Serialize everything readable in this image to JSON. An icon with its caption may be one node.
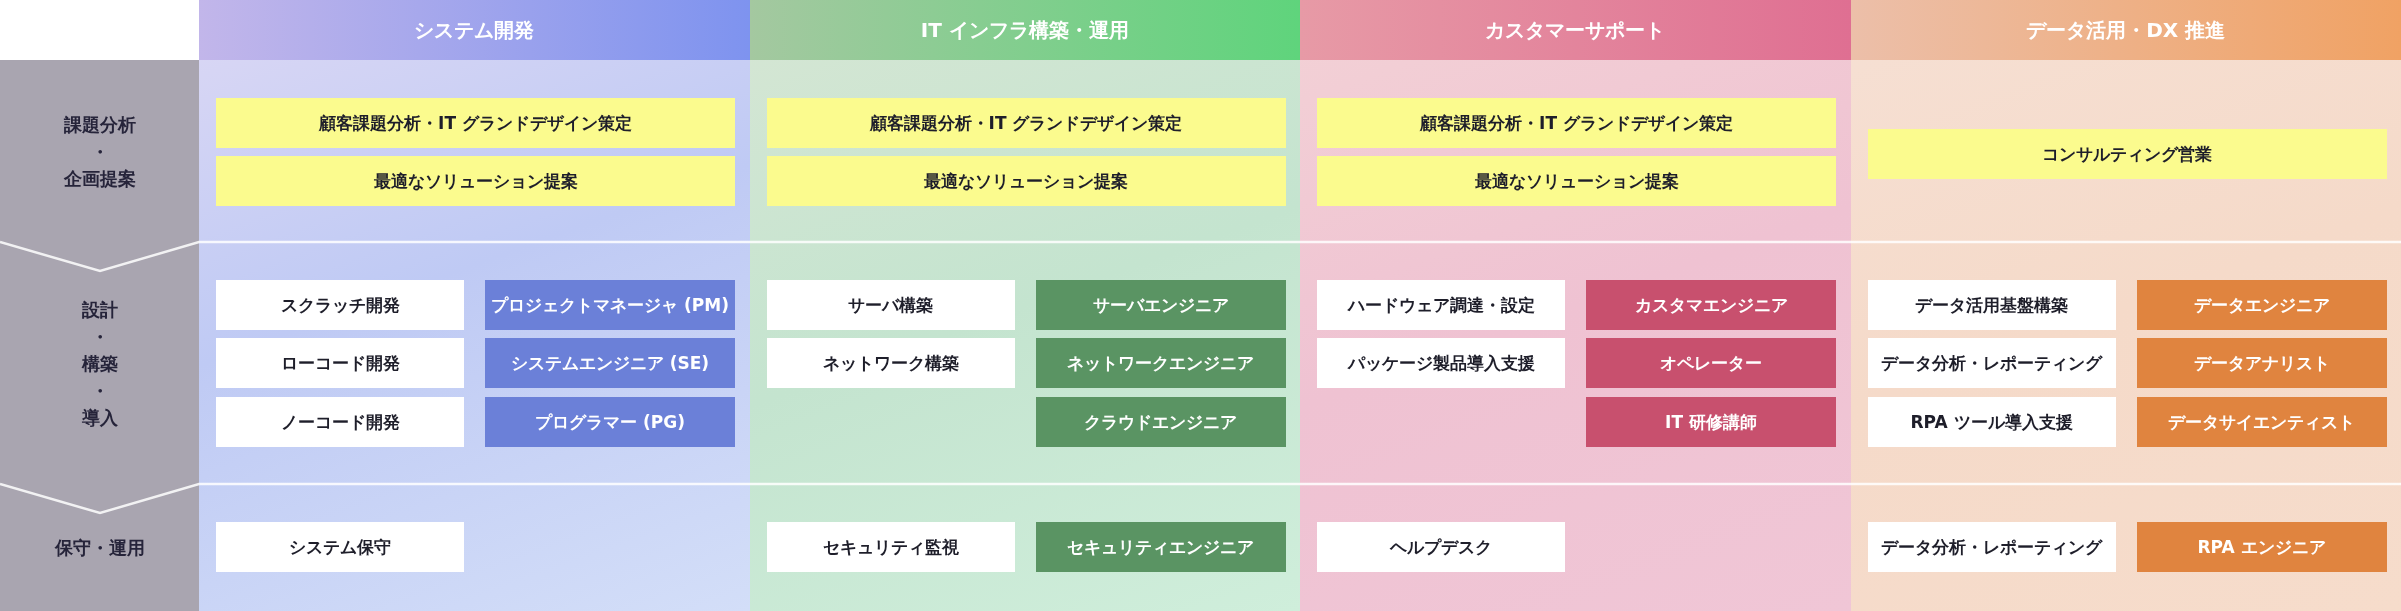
{
  "diagram": {
    "nodes": [
      {
        "text": [
          "課題分析・企画提案"
        ]
      },
      {
        "text": [
          "設計・構築・導入"
        ]
      },
      {
        "text": [
          "保守・運用"
        ]
      },
      {
        "text": [
          "システム開発"
        ]
      },
      {
        "text": [
          "顧客課題分析・IT グランドデザイン策定"
        ],
        "in": 3
      },
      {
        "text": [
          "最適なソリューション提案"
        ],
        "in": 3
      },
      {
        "text": [
          "スクラッチ開発"
        ],
        "in": 3
      },
      {
        "text": [
          "プロジェクトマネージャ (PM)"
        ],
        "in": 3
      },
      {
        "text": [
          "ローコード開発"
        ],
        "in": 3
      },
      {
        "text": [
          "システムエンジニア (SE)"
        ],
        "in": 3
      },
      {
        "text": [
          "ノーコード開発"
        ],
        "in": 3
      },
      {
        "text": [
          "プログラマー (PG)"
        ],
        "in": 3
      },
      {
        "text": [
          "システム保守"
        ],
        "in": 3
      },
      {
        "text": [
          "IT インフラ構築・運用"
        ]
      },
      {
        "text": [
          "顧客課題分析・IT グランドデザイン策定"
        ],
        "in": 13
      },
      {
        "text": [
          "最適なソリューション提案"
        ],
        "in": 13
      },
      {
        "text": [
          "サーバ構築"
        ],
        "in": 13
      },
      {
        "text": [
          "サーバエンジニア"
        ],
        "in": 13
      },
      {
        "text": [
          "ネットワーク構築"
        ],
        "in": 13
      },
      {
        "text": [
          "ネットワークエンジニア"
        ],
        "in": 13
      },
      {
        "text": [
          "クラウドエンジニア"
        ],
        "in": 13
      },
      {
        "text": [
          "セキュリティ監視"
        ],
        "in": 13
      },
      {
        "text": [
          "セキュリティエンジニア"
        ],
        "in": 13
      },
      {
        "text": [
          "カスタマーサポート"
        ]
      },
      {
        "text": [
          "顧客課題分析・IT グランドデザイン策定"
        ],
        "in": 23
      },
      {
        "text": [
          "最適なソリューション提案"
        ],
        "in": 23
      },
      {
        "text": [
          "ハードウェア調達・設定"
        ],
        "in": 23
      },
      {
        "text": [
          "カスタマエンジニア"
        ],
        "in": 23
      },
      {
        "text": [
          "パッケージ製品導入支援"
        ],
        "in": 23
      },
      {
        "text": [
          "オペレーター"
        ],
        "in": 23
      },
      {
        "text": [
          "IT 研修講師"
        ],
        "in": 23
      },
      {
        "text": [
          "ヘルプデスク"
        ],
        "in": 23
      },
      {
        "text": [
          "データ活用・DX 推進"
        ]
      },
      {
        "text": [
          "コンサルティング営業"
        ],
        "in": 32
      },
      {
        "text": [
          "データ活用基盤構築"
        ],
        "in": 32
      },
      {
        "text": [
          "データエンジニア"
        ],
        "in": 32
      },
      {
        "text": [
          "データ分析・レポーティング"
        ],
        "in": 32
      },
      {
        "text": [
          "データアナリスト"
        ],
        "in": 32
      },
      {
        "text": [
          "RPA ツール導入支援"
        ],
        "in": 32
      },
      {
        "text": [
          "データサイエンティスト"
        ],
        "in": 32
      },
      {
        "text": [
          "データ分析・レポーティング"
        ],
        "in": 32
      },
      {
        "text": [
          "RPA エンジニア"
        ],
        "in": 32
      }
    ]
  }
}
